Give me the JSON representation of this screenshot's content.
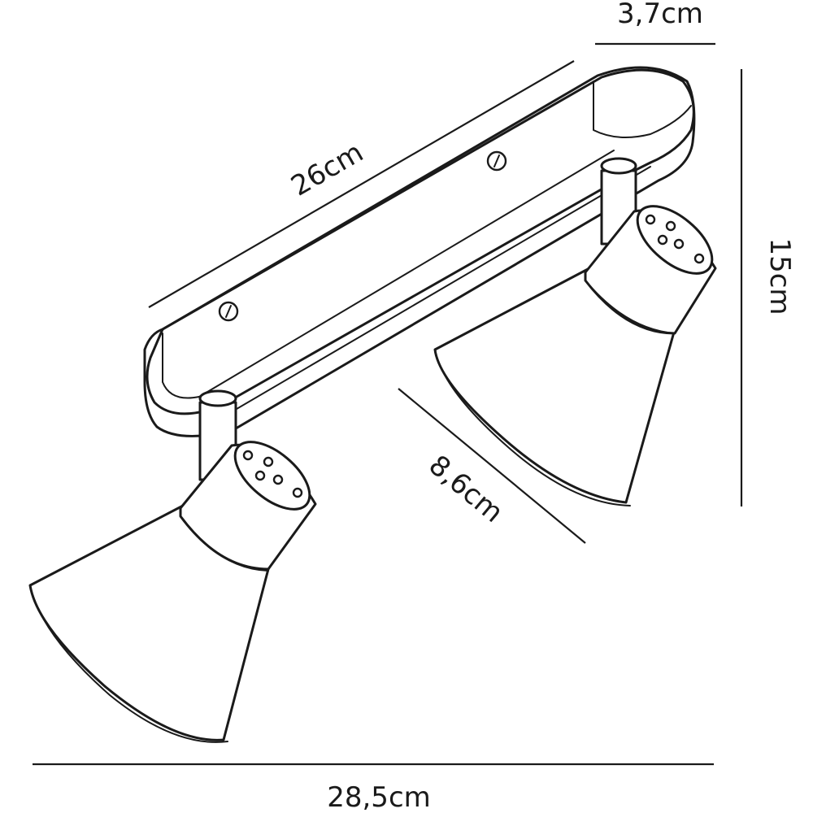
{
  "dimensions": {
    "plate_depth": "3,7cm",
    "plate_length": "26cm",
    "height": "15cm",
    "shade_length": "8,6cm",
    "total_width": "28,5cm"
  }
}
